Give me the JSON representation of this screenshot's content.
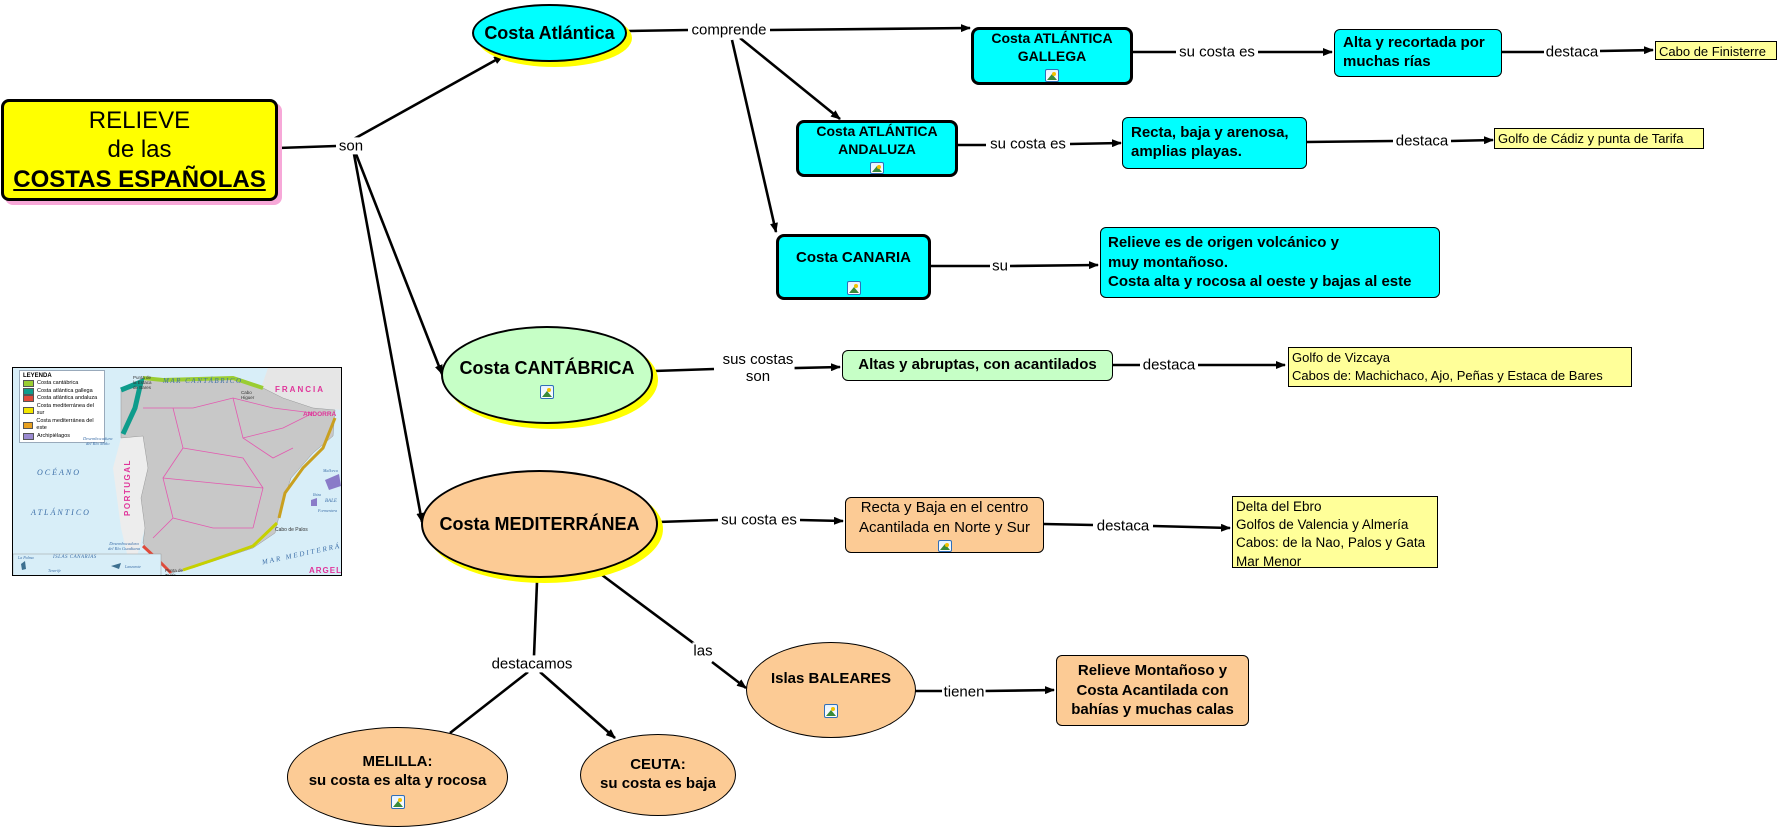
{
  "root": {
    "line1": "RELIEVE",
    "line2": "de las",
    "line3": "COSTAS ESPAÑOLAS"
  },
  "links": {
    "son": "son",
    "comprende": "comprende",
    "su_costa_es_gallega": "su costa es",
    "destaca_gallega": "destaca",
    "su_costa_es_andaluza": "su costa es",
    "destaca_andaluza": "destaca",
    "su_canaria": "su",
    "sus_costas_son": "sus costas\nson",
    "destaca_cantabrica": "destaca",
    "su_costa_es_medit": "su costa es",
    "destaca_medit": "destaca",
    "las": "las",
    "destacamos": "destacamos",
    "tienen": "tienen"
  },
  "nodes": {
    "atlantica": "Costa Atlántica",
    "gallega": "Costa ATLÁNTICA\nGALLEGA",
    "gallega_desc": "Alta y recortada por\nmuchas rías",
    "gallega_note": "Cabo de Finisterre",
    "andaluza": "Costa ATLÁNTICA\nANDALUZA",
    "andaluza_desc": "Recta, baja y arenosa,\namplias playas.",
    "andaluza_note": "Golfo de Cádiz y punta de Tarifa",
    "canaria": "Costa CANARIA",
    "canaria_desc": "Relieve es de origen volcánico y\nmuy montañoso.\nCosta alta y rocosa al oeste y bajas al este",
    "cantabrica": "Costa CANTÁBRICA",
    "cantabrica_desc": "Altas y abruptas, con acantilados",
    "cantabrica_note": "Golfo de Vizcaya\nCabos de: Machichaco, Ajo, Peñas y Estaca de Bares",
    "mediterranea": "Costa MEDITERRÁNEA",
    "medit_desc": "Recta y Baja en el centro\nAcantilada en Norte y Sur",
    "medit_note": "Delta del Ebro\nGolfos de Valencia y Almería\nCabos: de la Nao, Palos y Gata\nMar Menor",
    "baleares": "Islas BALEARES",
    "baleares_desc": "Relieve Montañoso y\nCosta Acantilada con\nbahías y muchas  calas",
    "melilla": "MELILLA:\nsu costa es alta y rocosa",
    "ceuta": "CEUTA:\nsu costa es baja"
  },
  "map": {
    "legend_title": "LEYENDA",
    "legend": [
      {
        "label": "Costa cantábrica",
        "color": "#9acd32"
      },
      {
        "label": "Costa atlántica gallega",
        "color": "#0e9c8c"
      },
      {
        "label": "Costa atlántica andaluza",
        "color": "#e04a3a"
      },
      {
        "label": "Costa mediterránea del sur",
        "color": "#f2e600"
      },
      {
        "label": "Costa mediterránea del este",
        "color": "#e8a020"
      },
      {
        "label": "Archipiélagos",
        "color": "#9a8ad0"
      }
    ],
    "labels": {
      "mar_cantabrico": "MAR CANTÁBRICO",
      "francia": "FRANCIA",
      "andorra": "ANDORRA",
      "oceano": "OCÉANO",
      "atlantico": "ATLÁNTICO",
      "portugal": "PORTUGAL",
      "punta_estaca": "Punta de\nla Estaca\nde Bares",
      "cabo_higuer": "Cabo\nHiguer",
      "rio_mino": "Desembocadura\ndel Río Miño",
      "rio_guadiana": "Desembocadura\ndel Río Guadiana",
      "cabo_palos": "Cabo de Palos",
      "mar_medit": "MAR MEDITERRÁNEO",
      "argelia": "ARGELI",
      "islas_canarias": "ISLAS CANARIAS",
      "la_palma": "La Palma",
      "tenerife": "Tenerife",
      "lanzarote": "Lanzarote",
      "punta_tarifa": "Punta de\nTarifa",
      "ceuta": "Ceuta",
      "mallorca": "Mallorca",
      "ibiza": "Ibiza",
      "formentera": "Formentera",
      "baleares": "BALE"
    }
  },
  "colors": {
    "cyan": "#00ffff",
    "green": "#c6ffc6",
    "peach": "#fccb95",
    "yellow": "#ffff00",
    "note": "#ffff99"
  }
}
